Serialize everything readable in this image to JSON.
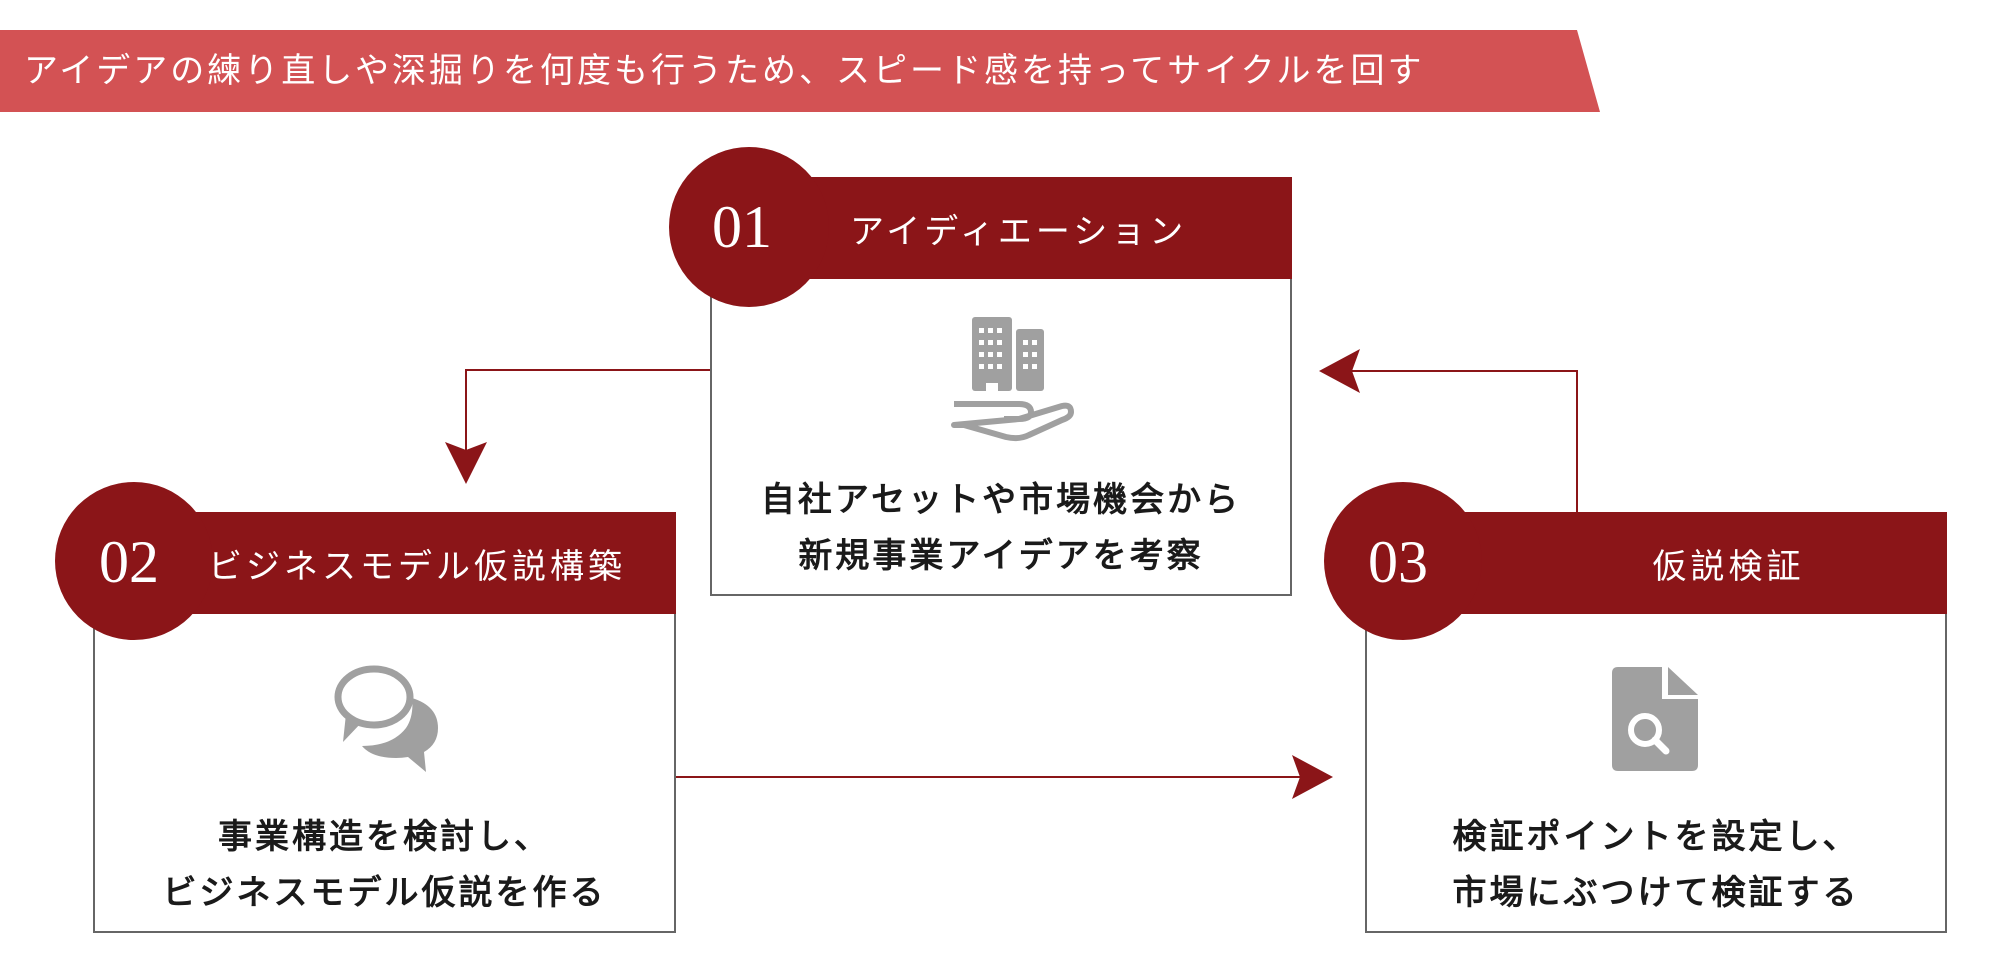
{
  "banner": {
    "text": "アイデアの練り直しや深掘りを何度も行うため、スピード感を持ってサイクルを回す",
    "color": "#d35254"
  },
  "accent_color": "#8b1518",
  "icon_color": "#a0a0a0",
  "steps": [
    {
      "number": "01",
      "title": "アイディエーション",
      "icon": "building-in-hand-icon",
      "description_lines": [
        "自社アセットや市場機会から",
        "新規事業アイデアを考察"
      ]
    },
    {
      "number": "02",
      "title": "ビジネスモデル仮説構築",
      "icon": "chat-bubbles-icon",
      "description_lines": [
        "事業構造を検討し、",
        "ビジネスモデル仮説を作る"
      ]
    },
    {
      "number": "03",
      "title": "仮説検証",
      "icon": "document-search-icon",
      "description_lines": [
        "検証ポイントを設定し、",
        "市場にぶつけて検証する"
      ]
    }
  ],
  "connections": [
    {
      "from": "01",
      "to": "02"
    },
    {
      "from": "02",
      "to": "03"
    },
    {
      "from": "03",
      "to": "01"
    }
  ]
}
